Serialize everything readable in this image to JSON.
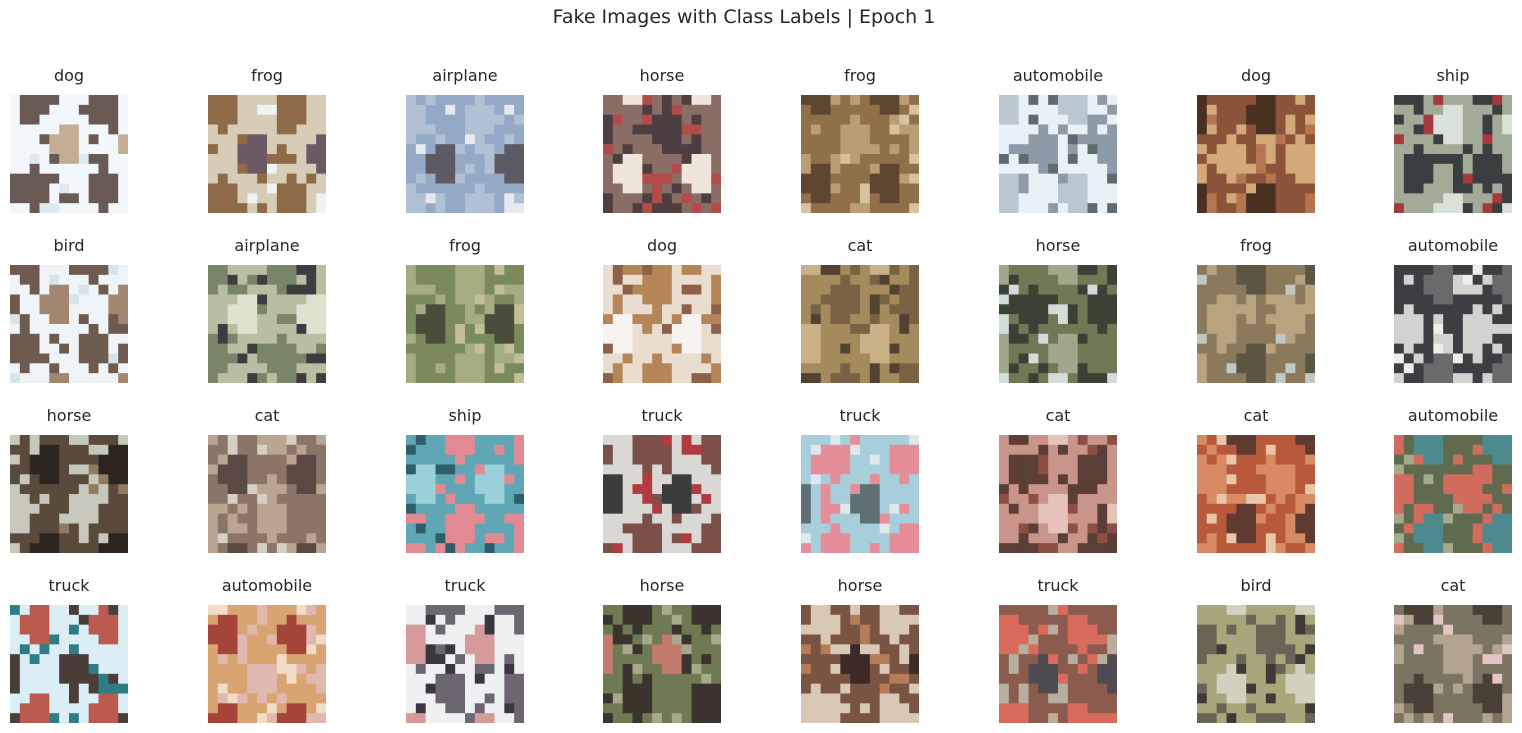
{
  "figure": {
    "title": "Fake Images with Class Labels | Epoch 1"
  },
  "images": [
    {
      "label": "dog",
      "colors": [
        "#f2f7fb",
        "#6a5a55",
        "#c4ae93",
        "#dfeaf0"
      ]
    },
    {
      "label": "frog",
      "colors": [
        "#d7ccb5",
        "#8e6a49",
        "#6b5a66",
        "#eef3f6"
      ]
    },
    {
      "label": "airplane",
      "colors": [
        "#93a9c6",
        "#b2c0d4",
        "#5d5a63",
        "#e6e9ef"
      ]
    },
    {
      "label": "horse",
      "colors": [
        "#8a6e66",
        "#4d3e41",
        "#efe5da",
        "#b34b4a"
      ]
    },
    {
      "label": "frog",
      "colors": [
        "#8f7048",
        "#b99e73",
        "#5d4731",
        "#d6c2a0"
      ]
    },
    {
      "label": "automobile",
      "colors": [
        "#e8f1f6",
        "#8d9aa7",
        "#bac7d1",
        "#5f6a6e"
      ]
    },
    {
      "label": "dog",
      "colors": [
        "#8b5339",
        "#d4a97a",
        "#4a2f23",
        "#b3764f"
      ]
    },
    {
      "label": "ship",
      "colors": [
        "#a1ab98",
        "#3a3e40",
        "#d8e2d8",
        "#a6393e"
      ]
    },
    {
      "label": "bird",
      "colors": [
        "#eef4f8",
        "#6e5a4e",
        "#a3866d",
        "#d8e4ec"
      ]
    },
    {
      "label": "airplane",
      "colors": [
        "#b9bea2",
        "#788568",
        "#dfe2cf",
        "#3e3c40"
      ]
    },
    {
      "label": "frog",
      "colors": [
        "#7b8a5a",
        "#a4ad7f",
        "#4a4c3c",
        "#c2bf96"
      ]
    },
    {
      "label": "dog",
      "colors": [
        "#e9ddd0",
        "#b58558",
        "#f6f3f0",
        "#8e6047"
      ]
    },
    {
      "label": "cat",
      "colors": [
        "#a48a5c",
        "#7a6244",
        "#c9b086",
        "#514232"
      ]
    },
    {
      "label": "horse",
      "colors": [
        "#6e7a55",
        "#3b4235",
        "#a1a78b",
        "#d2dcd8"
      ]
    },
    {
      "label": "frog",
      "colors": [
        "#8a7a5b",
        "#b8a37f",
        "#5b5643",
        "#c0c8c4"
      ]
    },
    {
      "label": "automobile",
      "colors": [
        "#3d3d42",
        "#d4d2d0",
        "#6a6a6c",
        "#f1eeea"
      ]
    },
    {
      "label": "horse",
      "colors": [
        "#5a4a3c",
        "#c7c7bc",
        "#2c2520",
        "#8f7b62"
      ]
    },
    {
      "label": "cat",
      "colors": [
        "#8a7568",
        "#b9a592",
        "#5b4a44",
        "#d6cfc4"
      ]
    },
    {
      "label": "ship",
      "colors": [
        "#5fa7b5",
        "#e28a94",
        "#9ad0d8",
        "#2f5e6a"
      ]
    },
    {
      "label": "truck",
      "colors": [
        "#d9d8d5",
        "#7b5049",
        "#3c3c3c",
        "#b13b3f"
      ]
    },
    {
      "label": "truck",
      "colors": [
        "#a7cfdb",
        "#e58d98",
        "#5f6f73",
        "#dde9ed"
      ]
    },
    {
      "label": "cat",
      "colors": [
        "#c9948a",
        "#5b3e35",
        "#e7c2bb",
        "#8e4e44"
      ]
    },
    {
      "label": "cat",
      "colors": [
        "#b8593c",
        "#d88a63",
        "#5e3a31",
        "#e9c6a8"
      ]
    },
    {
      "label": "automobile",
      "colors": [
        "#5f6a4f",
        "#d06b5d",
        "#4c8a8d",
        "#a6aa8c"
      ]
    },
    {
      "label": "truck",
      "colors": [
        "#dbeef6",
        "#4b3d37",
        "#bb5b4f",
        "#2f7d84"
      ]
    },
    {
      "label": "automobile",
      "colors": [
        "#d8a472",
        "#e0b8b0",
        "#a54539",
        "#f0dcc7"
      ]
    },
    {
      "label": "truck",
      "colors": [
        "#eef0f1",
        "#6b6670",
        "#d69a9b",
        "#3b3640"
      ]
    },
    {
      "label": "horse",
      "colors": [
        "#6f7a52",
        "#3b332d",
        "#c47b6e",
        "#a8a88a"
      ]
    },
    {
      "label": "horse",
      "colors": [
        "#7a5443",
        "#d9c8b6",
        "#3d2a26",
        "#b57c57"
      ]
    },
    {
      "label": "truck",
      "colors": [
        "#8b5c4d",
        "#d96b5c",
        "#4f4b52",
        "#b8aea0"
      ]
    },
    {
      "label": "bird",
      "colors": [
        "#a8a67a",
        "#6a6457",
        "#d2d1bf",
        "#3f3a37"
      ]
    },
    {
      "label": "cat",
      "colors": [
        "#7b7463",
        "#b2a48e",
        "#4a4037",
        "#e2c5c4"
      ]
    }
  ]
}
